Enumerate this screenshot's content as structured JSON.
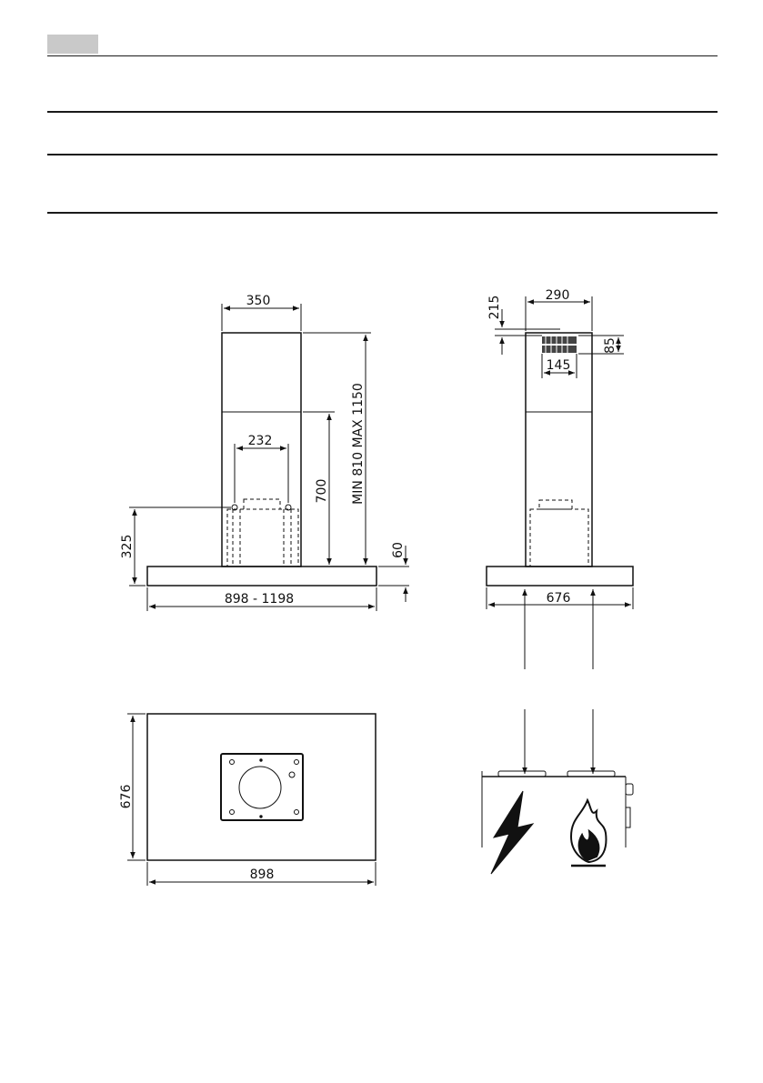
{
  "header": {
    "tab_color": "#c9c9c9"
  },
  "front_view": {
    "width_top": "350",
    "spacing": "232",
    "height_range": "MIN  810  MAX  1150",
    "height_700": "700",
    "height_325": "325",
    "height_60": "60",
    "width_range": "898  -  1198"
  },
  "side_view": {
    "width_top": "290",
    "dim_215": "215",
    "dim_85": "85",
    "dim_145": "145",
    "depth": "676"
  },
  "bottom_view": {
    "depth": "676",
    "width": "898"
  },
  "hazard_icons": [
    "lightning-icon",
    "flame-icon"
  ]
}
